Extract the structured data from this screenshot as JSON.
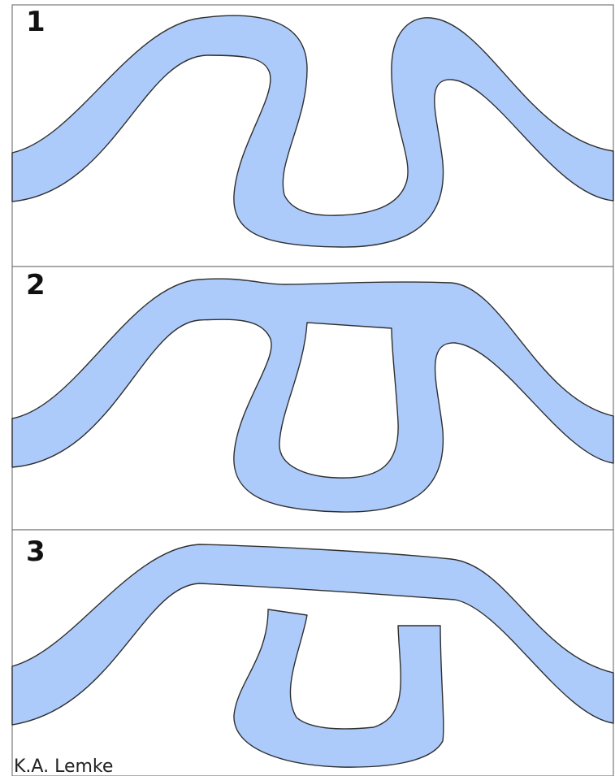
{
  "panels": [
    {
      "label": "1"
    },
    {
      "label": "2"
    },
    {
      "label": "3"
    }
  ],
  "credit": "K.A. Lemke",
  "colors": {
    "water": "#adcbfa",
    "outline": "#2f2f2f",
    "frame": "#7a7a7a"
  }
}
